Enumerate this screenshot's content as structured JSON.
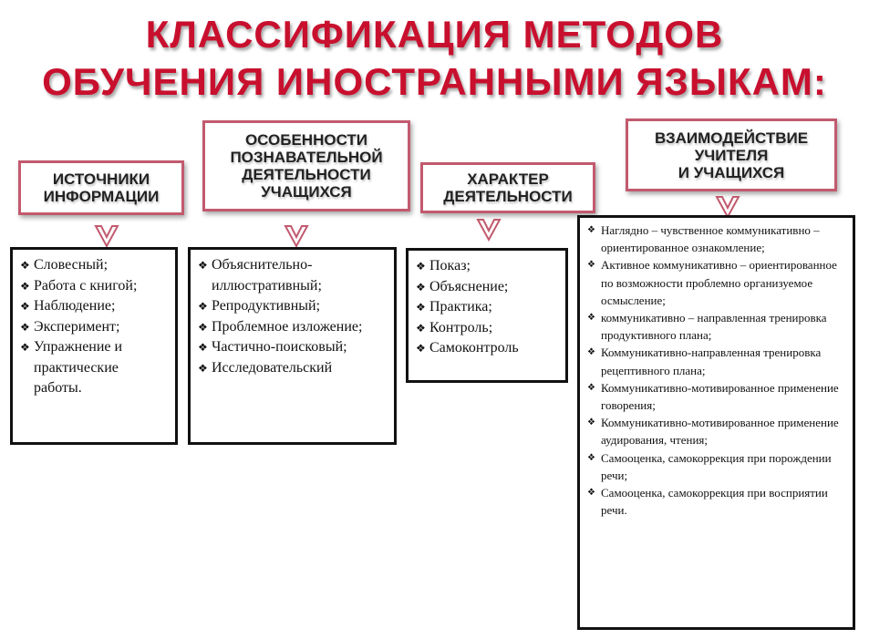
{
  "title": {
    "line1": "КЛАССИФИКАЦИЯ МЕТОДОВ",
    "line2": "ОБУЧЕНИЯ ИНОСТРАННЫМИ ЯЗЫКАМ:"
  },
  "colors": {
    "title": "#c8102e",
    "header_border": "#c25a6e",
    "arrow": "#c25a6e"
  },
  "bullet_icon": "diamond-star-bullet",
  "columns": [
    {
      "header": "ИСТОЧНИКИ\nИНФОРМАЦИИ",
      "items": [
        "Словесный;",
        "Работа с книгой;",
        "Наблюдение;",
        "Эксперимент;",
        "Упражнение и практические работы."
      ]
    },
    {
      "header": "ОСОБЕННОСТИ\nПОЗНАВАТЕЛЬНОЙ\nДЕЯТЕЛЬНОСТИ\nУЧАЩИХСЯ",
      "items": [
        "Объяснительно-иллюстративный;",
        "Репродуктивный;",
        "Проблемное изложение;",
        "Частично-поисковый;",
        "Исследовательский"
      ]
    },
    {
      "header": "ХАРАКТЕР\nДЕЯТЕЛЬНОСТИ",
      "items": [
        "Показ;",
        "Объяснение;",
        "Практика;",
        "Контроль;",
        "Самоконтроль"
      ]
    },
    {
      "header": "ВЗАИМОДЕЙСТВИЕ\nУЧИТЕЛЯ\nИ УЧАЩИХСЯ",
      "items": [
        "Наглядно – чувственное коммуникативно – ориентированное ознакомление;",
        "Активное коммуникативно – ориентированное по возможности проблемно организуемое осмысление;",
        "коммуникативно – направленная тренировка продуктивного плана;",
        "Коммуникативно-направленная тренировка рецептивного плана;",
        "Коммуникативно-мотивированное применение говорения;",
        "Коммуникативно-мотивированное применение аудирования, чтения;",
        "Самооценка, самокоррекция при порождении речи;",
        "Самооценка, самокоррекция при восприятии речи."
      ]
    }
  ]
}
